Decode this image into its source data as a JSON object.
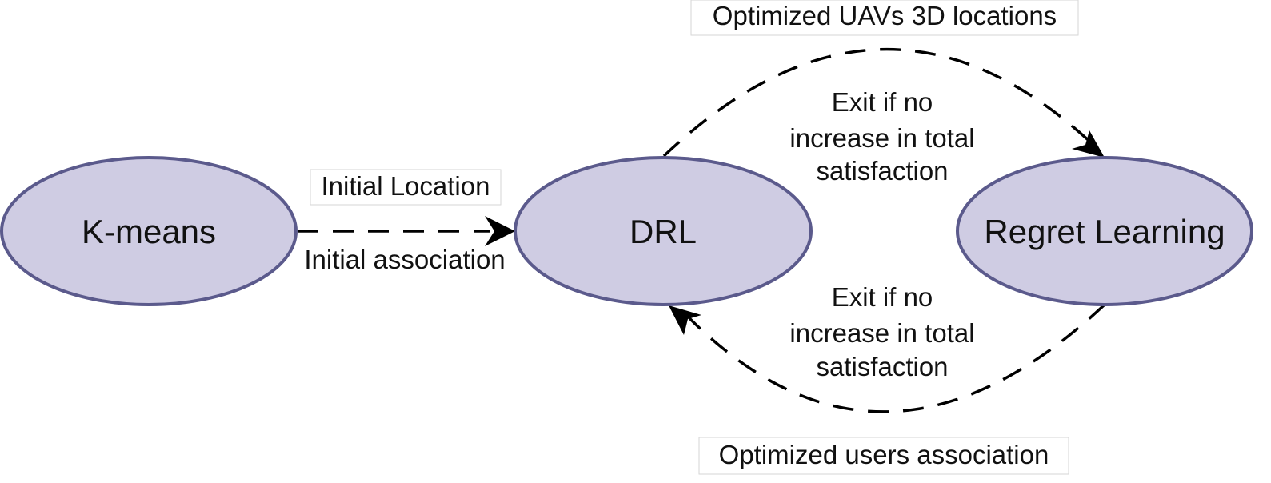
{
  "nodes": {
    "kmeans": "K-means",
    "drl": "DRL",
    "regret": "Regret Learning"
  },
  "edges": {
    "kmeans_to_drl": {
      "label_top": "Initial Location",
      "label_bottom": "Initial association"
    },
    "drl_to_regret": {
      "label": "Optimized UAVs 3D locations",
      "exit_line1": "Exit if no",
      "exit_line2": "increase in total",
      "exit_line3": "satisfaction"
    },
    "regret_to_drl": {
      "label": "Optimized users association",
      "exit_line1": "Exit if no",
      "exit_line2": "increase in total",
      "exit_line3": "satisfaction"
    }
  },
  "colors": {
    "node_fill": "#cfcce3",
    "node_stroke": "#5b5a8c",
    "edge": "#000000"
  }
}
